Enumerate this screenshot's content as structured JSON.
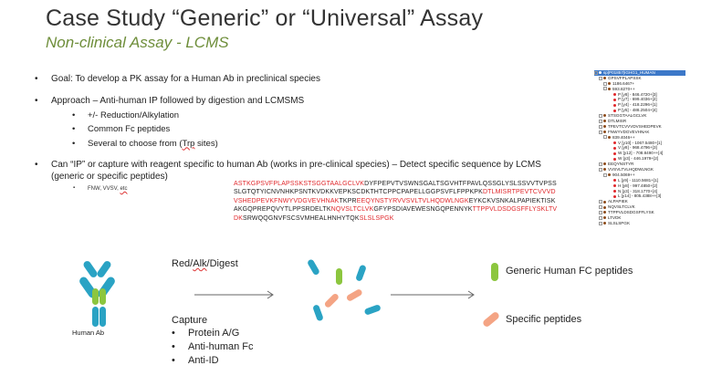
{
  "slide": {
    "title": "Case Study “Generic” or “Universal” Assay",
    "subtitle": "Non-clinical Assay - LCMS"
  },
  "bullets": {
    "goal": "Goal: To develop a PK assay for a Human Ab in preclinical species",
    "approach": "Approach – Anti-human IP followed by digestion and LCMSMS",
    "approach_sub": [
      "+/- Reduction/Alkylation",
      "Common Fc peptides",
      "Several to choose from (Trp sites)"
    ],
    "capture_line": "Can “IP” or capture with reagent specific to human Ab (works in pre-clinical species) – Detect specific sequence by LCMS (generic or specific peptides)",
    "capture_sub": "FNW, VVSV, etc"
  },
  "sequence": [
    {
      "t": "ASTKGPSVFPLAPSSKSTSGGTAALGCLVK",
      "red": true
    },
    {
      "t": "DYFPEPVTVSWNSGALTSGVHTFPAVLQSSGLYSLSSVVTVPSSSLGTQTYICNVNHKPSNTKVDKKVEPKSCDKTHTCPPCPAPELLGGPSVFLFPPKPK",
      "red": false
    },
    {
      "t": "DTLMISRTPEVTCVVVDVSHEDPEVKFNWYVDGVEVHNAK",
      "red": true
    },
    {
      "t": "TKPR",
      "red": false
    },
    {
      "t": "EEQYNSTYRVVSVLTVLHQDWLNGK",
      "red": true
    },
    {
      "t": "EYKCKVSNKALPAPIEKTISKAKGQPREPQVYTLPPSRDELTK",
      "red": false
    },
    {
      "t": "NQVSLTCLVK",
      "red": true
    },
    {
      "t": "GFYPSDIAVEWESNGQPENNYK",
      "red": false
    },
    {
      "t": "TTPPVLDSDGSFFLYSKLTVDK",
      "red": true
    },
    {
      "t": "SRWQQGNVFSCSVMHEALHNHYTQK",
      "red": false
    },
    {
      "t": "SLSLSPGK",
      "red": true
    }
  ],
  "tree": [
    "sp|P01857|IGHG1_HUMAN",
    "GPSVFPLAPSSK",
    "1186.6467+",
    "593.8270++",
    "P [y8] - 846.4720+[3]",
    "P [y7] - 699.4036+[2]",
    "P [y4] - 418.2296+[1]",
    "P [y5] - 488.2504+[4]",
    "STSGGTAALGCLVK",
    "DTLMISR",
    "TPEVTCVVVDVSHEDPEVK",
    "FNWYVDGVEVHNAK",
    "839.4046++",
    "V [y10] - 1067.5480+[1]",
    "V [y8] - 968.4796+[3]",
    "W [y12] - 708.8490++[4]",
    "W [y3] - 446.1979+[2]",
    "EEQYNSTYR",
    "VVSVLTVLHQDWLNGK",
    "904.5069++",
    "L [y9] - 1110.5681+[1]",
    "H [y8] - 997.4850+[2]",
    "N [y3] - 318.1770+[4]",
    "L [y14] - 805.4388++[3]",
    "ALPAPIEK",
    "NQVSLTCLVK",
    "TTPPVLDSDGSFFLYSK",
    "LTVDK",
    "SLSLSPGK"
  ],
  "diagram": {
    "step_label": "Red/Alk/Digest",
    "capture_title": "Capture",
    "capture_items": [
      "Protein A/G",
      "Anti-human Fc",
      "Anti-ID"
    ],
    "antibody_label": "Human Ab",
    "legend_generic": "Generic Human FC peptides",
    "legend_specific": "Specific peptides"
  },
  "colors": {
    "subtitle_green": "#6e8e3a",
    "sequence_red": "#e0262a",
    "ab_teal": "#2aa3c4",
    "ab_green": "#8cc63f",
    "peptide_salmon": "#f4a484",
    "tree_selection": "#3c78c8"
  }
}
